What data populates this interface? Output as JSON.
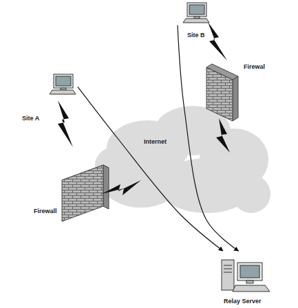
{
  "diagram": {
    "nodes": [
      {
        "text": [
          "Site B"
        ]
      },
      {
        "text": [
          "Firewal"
        ]
      },
      {
        "text": [
          "Site A"
        ]
      },
      {
        "text": [
          "Internet"
        ]
      },
      {
        "text": [
          "Firewall"
        ]
      },
      {
        "text": [
          "Relay Server"
        ]
      }
    ],
    "edges": [
      {
        "from": 2,
        "to": 5,
        "arrow": "to"
      },
      {
        "from": 0,
        "to": 5,
        "arrow": "to"
      }
    ]
  }
}
